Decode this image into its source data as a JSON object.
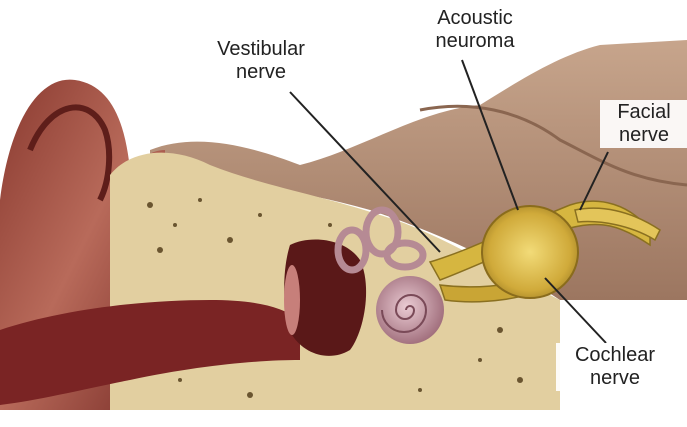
{
  "labels": {
    "vestibular": "Vestibular\nnerve",
    "acoustic": "Acoustic\nneuroma",
    "facial": "Facial\nnerve",
    "cochlear": "Cochlear\nnerve"
  },
  "colors": {
    "skin": "#a8574a",
    "bone": "#e2cfa0",
    "nerve": "#d6b640",
    "brain": "#b79077",
    "canal": "#7a2424",
    "cochlea": "#c89aa8"
  }
}
